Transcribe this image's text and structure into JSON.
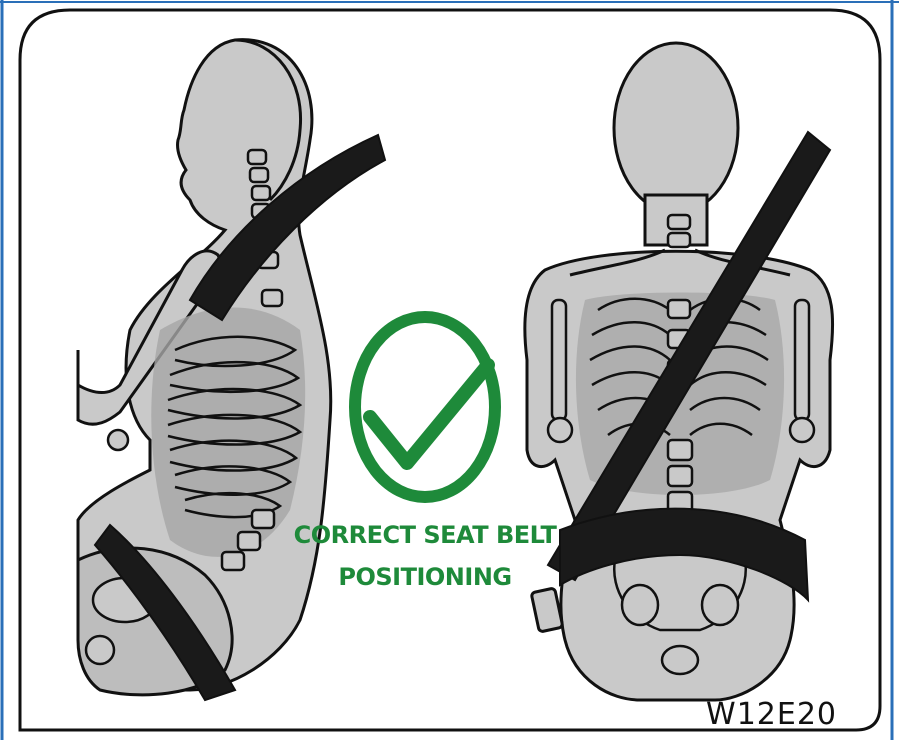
{
  "caption": {
    "line1": "CORRECT SEAT BELT",
    "line2": "POSITIONING"
  },
  "figure_code": "W12E20",
  "icons": {
    "status": "check-circle-icon",
    "side_figure": "seated-person-side-view-skeleton",
    "front_figure": "seated-person-front-view-skeleton"
  },
  "colors": {
    "accent_green": "#1e8a3a",
    "border_blue": "#2a6fb8",
    "frame": "#111111",
    "body_fill": "#c9c9c9",
    "shadow_fill": "#a6a6a6",
    "belt": "#1a1a1a"
  }
}
